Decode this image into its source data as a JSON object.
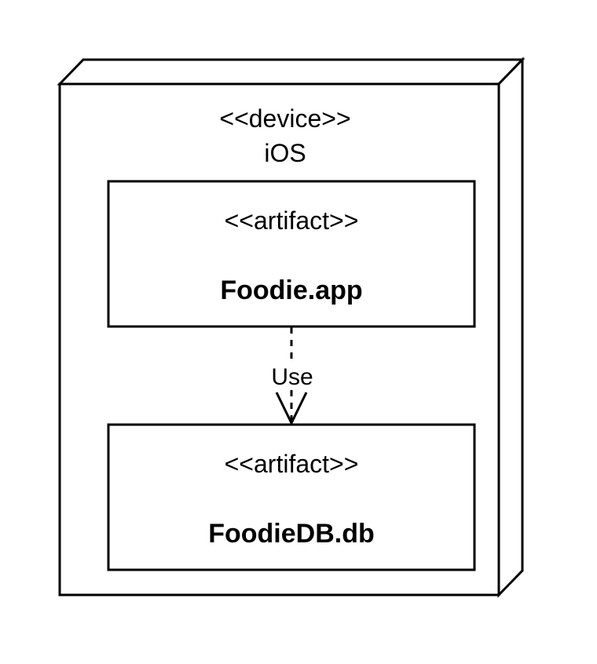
{
  "device": {
    "stereotype": "<<device>>",
    "name": "iOS"
  },
  "artifacts": [
    {
      "stereotype": "<<artifact>>",
      "name": "Foodie.app"
    },
    {
      "stereotype": "<<artifact>>",
      "name": "FoodieDB.db"
    }
  ],
  "dependency": {
    "label": "Use",
    "line_style": "dashed",
    "arrowhead": "open"
  },
  "colors": {
    "stroke": "#000000",
    "fill": "#ffffff",
    "text": "#000000"
  }
}
